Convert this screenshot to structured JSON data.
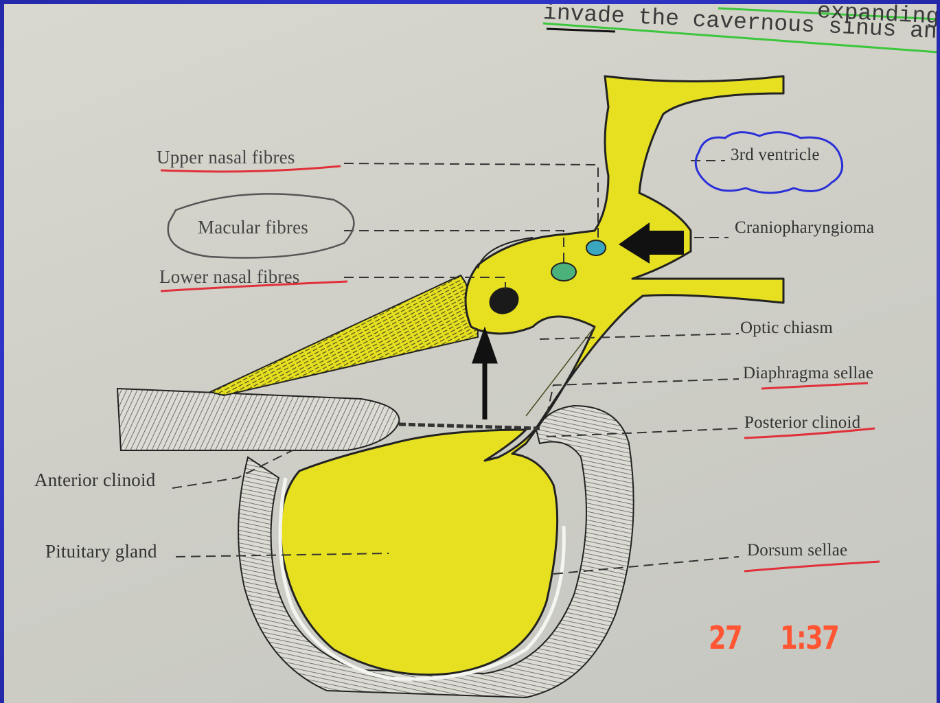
{
  "header_text": {
    "line1": "expanding",
    "line2": "invade the cavernous sinus and"
  },
  "labels": {
    "upper_nasal_fibres": "Upper nasal fibres",
    "macular_fibres": "Macular fibres",
    "lower_nasal_fibres": "Lower nasal fibres",
    "anterior_clinoid": "Anterior clinoid",
    "pituitary_gland": "Pituitary gland",
    "third_ventricle": "3rd ventricle",
    "craniopharyngioma": "Craniopharyngioma",
    "optic_chiasm": "Optic chiasm",
    "diaphragma_sellae": "Diaphragma sellae",
    "posterior_clinoid": "Posterior clinoid",
    "dorsum_sellae": "Dorsum sellae"
  },
  "timestamp": {
    "day": "27",
    "time": "1:37"
  },
  "colors": {
    "structure_fill": "#e6e020",
    "red_underline": "#e0303a",
    "green_underline": "#3cc63c",
    "blue_cloud": "#2a2fd8",
    "timestamp": "#ff5533",
    "fibre_spot_macular": "#4cb27c",
    "fibre_spot_upper": "#3aa6c0"
  }
}
